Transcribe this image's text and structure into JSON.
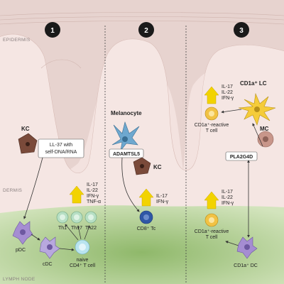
{
  "layers": {
    "epidermis": "EPIDERMIS",
    "dermis": "DERMIS",
    "lymph_node": "LYMPH NODE"
  },
  "panels": [
    {
      "number": "1"
    },
    {
      "number": "2"
    },
    {
      "number": "3"
    }
  ],
  "panel1": {
    "kc": "KC",
    "ll37_line1": "LL-37 with",
    "ll37_line2": "self-DNA/RNA",
    "cytokines": [
      "IL-17",
      "IL-22",
      "IFN-γ",
      "TNF-α"
    ],
    "pdc": "pDC",
    "cdc": "cDC",
    "th1": "Th1",
    "th17": "Th17",
    "th22": "Th22",
    "naive_line1": "naive",
    "naive_line2": "CD4⁺ T cell"
  },
  "panel2": {
    "melanocyte": "Melanocyte",
    "adamtsl5": "ADAMTSL5",
    "kc": "KC",
    "cytokines": [
      "IL-17",
      "IFN-γ"
    ],
    "cd8": "CD8⁺ Tc"
  },
  "panel3": {
    "cd1a_lc": "CD1a⁺ LC",
    "cytokines_top": [
      "IL-17",
      "IL-22",
      "IFN-γ"
    ],
    "tcell_top_line1": "CD1a⁺-reactive",
    "tcell_top_line2": "T cell",
    "mc": "MC",
    "pla2g4d": "PLA2G4D",
    "cytokines_bottom": [
      "IL-17",
      "IL-22",
      "IFN-γ"
    ],
    "tcell_bottom_line1": "CD1a⁺-reactive",
    "tcell_bottom_line2": "T cell",
    "cd1a_dc": "CD1a⁺ DC"
  },
  "colors": {
    "epidermis": "#e7d3cf",
    "dermis": "#f3e2df",
    "lymph_node": "#a9c98c",
    "kc": "#7a4a3a",
    "arrow_up": "#f2d300",
    "pdc": "#a58dd2",
    "th": "#b7dfc4",
    "naive": "#b9e4ef",
    "cd8": "#2f57a6",
    "ctcell": "#f1c244",
    "lc": "#f5cc3a",
    "mc": "#c8968a",
    "melanocyte": "#6ea8cf"
  }
}
